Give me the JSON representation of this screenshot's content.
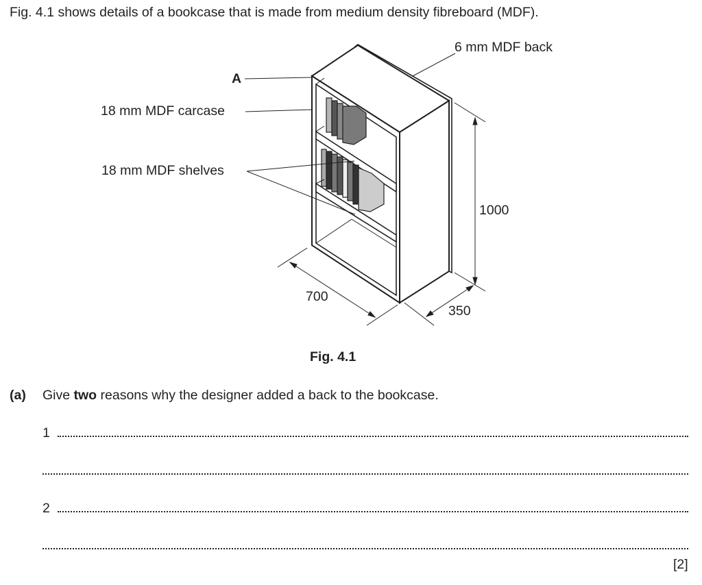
{
  "intro": "Fig. 4.1 shows details of a bookcase that is made from medium density fibreboard (MDF).",
  "figure": {
    "labels": {
      "back": "6 mm MDF back",
      "point_a": "A",
      "carcase": "18 mm MDF carcase",
      "shelves": "18 mm MDF shelves",
      "height": "1000",
      "width": "700",
      "depth": "350"
    },
    "caption": "Fig. 4.1"
  },
  "question": {
    "part": "(a)",
    "text_before": "Give ",
    "text_bold": "two",
    "text_after": " reasons why the designer added a back to the bookcase.",
    "answer_numbers": [
      "1",
      "2"
    ],
    "marks": "[2]"
  }
}
